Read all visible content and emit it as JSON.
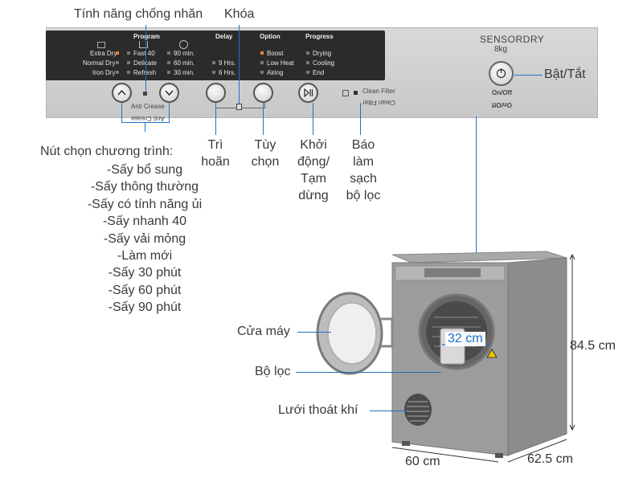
{
  "panel": {
    "headers": {
      "program": "Program",
      "delay": "Delay",
      "option": "Option",
      "progress": "Progress"
    },
    "programs_left": [
      "Extra Dry",
      "Normal Dry",
      "Iron Dry"
    ],
    "programs_mid": [
      "Fast 40",
      "Delicate",
      "Refresh"
    ],
    "programs_time": [
      "90 min.",
      "60 min.",
      "30 min."
    ],
    "delay": [
      "9 Hrs.",
      "6 Hrs."
    ],
    "options": [
      "Boost",
      "Low Heat",
      "Airing"
    ],
    "progress": [
      "Drying",
      "Cooling",
      "End"
    ],
    "anti_crease": "Anti Crease",
    "clean_filter": "Clean Filter",
    "brand_model": "SENSORDRY",
    "capacity": "8kg",
    "on_off": "On/Off"
  },
  "callouts": {
    "anti_crease": "Tính năng chống nhăn",
    "lock": "Khóa",
    "power": "Bật/Tắt",
    "delay": "Trì hoãn",
    "option": "Tùy chọn",
    "start_pause": "Khởi động/ Tạm dừng",
    "clean_filter": "Báo làm sạch bộ lọc",
    "door": "Cửa máy",
    "filter": "Bộ lọc",
    "vent": "Lưới thoát khí"
  },
  "program_list": {
    "title": "Nút chọn chương trình:",
    "items": [
      "-Sấy bổ sung",
      "-Sấy thông thường",
      "-Sấy có tính năng ủi",
      "-Sấy nhanh 40",
      "-Sấy vải mỏng",
      "-Làm mới",
      "-Sấy 30 phút",
      "-Sấy 60 phút",
      "-Sấy 90 phút"
    ]
  },
  "dimensions": {
    "height": "84.5 cm",
    "width": "60 cm",
    "depth": "62.5 cm",
    "door_opening": "32 cm"
  },
  "colors": {
    "accent_line": "#1a73c9",
    "led_active": "#ff7a3d"
  }
}
